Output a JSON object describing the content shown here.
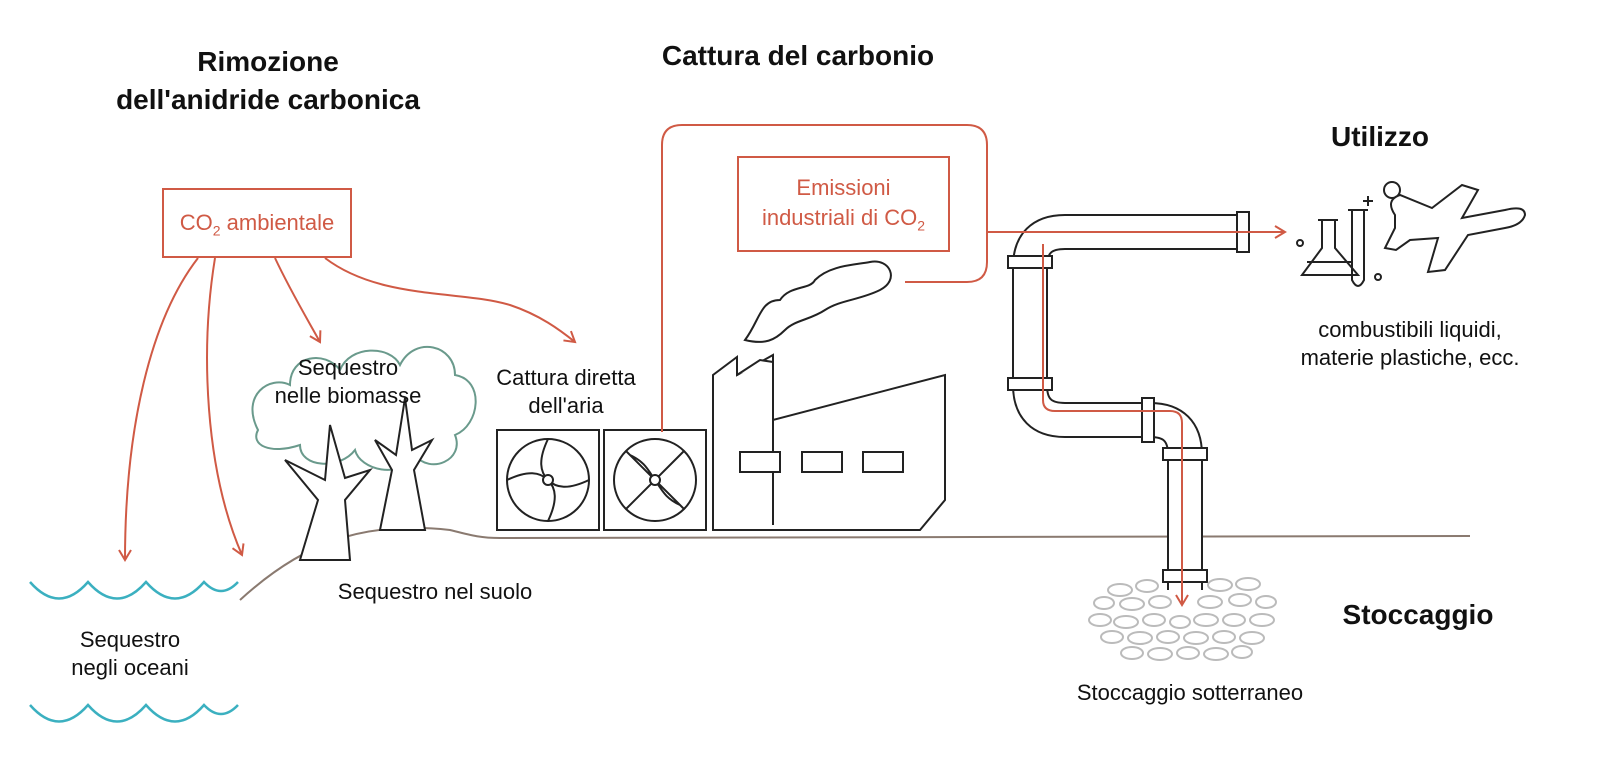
{
  "headings": {
    "removal_line1": "Rimozione",
    "removal_line2": "dell'anidride carbonica",
    "capture": "Cattura del carbonio",
    "utilization": "Utilizzo",
    "storage": "Stoccaggio"
  },
  "boxes": {
    "ambient_co2": {
      "text": "CO",
      "sub": "2",
      "after": " ambientale"
    },
    "industrial_line1": "Emissioni",
    "industrial_line2": {
      "text": "industriali di CO",
      "sub": "2"
    }
  },
  "labels": {
    "biomass_line1": "Sequestro",
    "biomass_line2": "nelle biomasse",
    "dac_line1": "Cattura diretta",
    "dac_line2": "dell'aria",
    "soil": "Sequestro nel suolo",
    "ocean_line1": "Sequestro",
    "ocean_line2": "negli oceani",
    "products_line1": "combustibili liquidi,",
    "products_line2": "materie plastiche, ecc.",
    "underground": "Stoccaggio sotterraneo"
  },
  "colors": {
    "accent": "#d05a45",
    "line": "#222222",
    "water": "#3bb0c0",
    "tree": "#6a9a8c",
    "rock": "#bbbbbb"
  },
  "icons": [
    "fan-icon",
    "factory-icon",
    "tree-icon",
    "flask-icon",
    "test-tube-icon",
    "airplane-icon",
    "pipe-icon",
    "rocks-icon",
    "wave-icon"
  ]
}
